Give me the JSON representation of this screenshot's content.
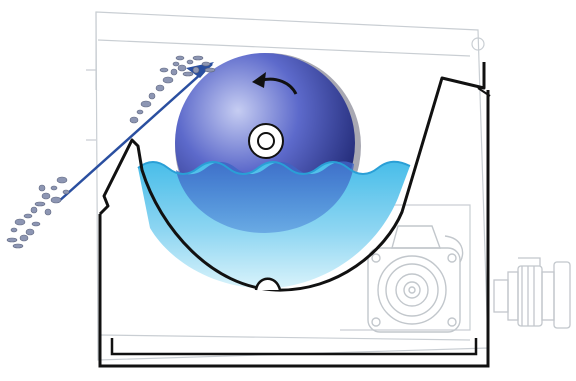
{
  "diagram": {
    "subject": "",
    "colors": {
      "outline": "#111111",
      "ghost": "#c9ced3",
      "water_top": "#4fc0ea",
      "water_bottom": "#bfe9f8",
      "drum_light": "#b9c2ee",
      "drum_mid": "#5a67c8",
      "drum_dark": "#1f2a78",
      "drum_rim": "#9a9aa6",
      "chips": "#8d96b3",
      "conveyor": "#2a4fa0",
      "arrow": "#111111"
    },
    "icons": {
      "rotation": "curved-arrow-counterclockwise",
      "hub": "concentric-rings",
      "motor": "gear-motor-outline",
      "coupling": "shaft-coupling-outline"
    },
    "drum": {
      "rotation_direction": "counterclockwise"
    }
  }
}
